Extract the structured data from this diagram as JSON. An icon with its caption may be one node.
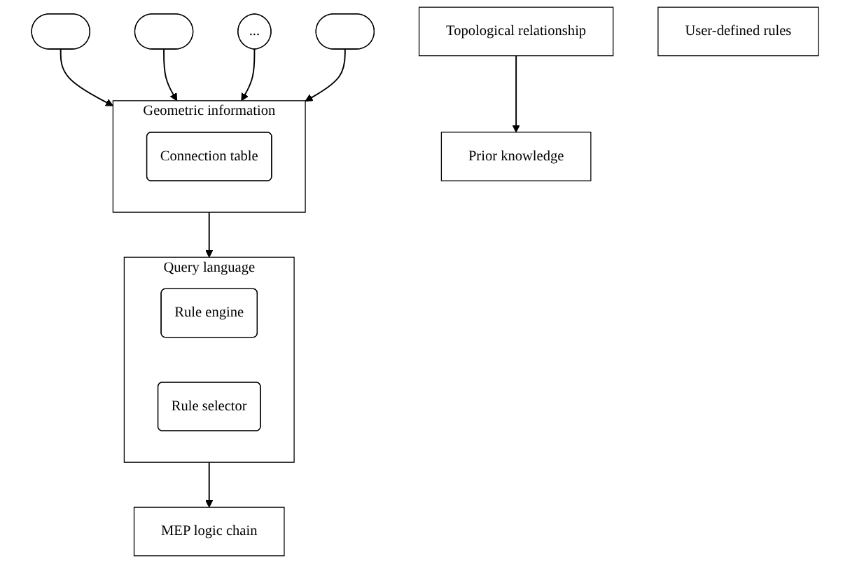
{
  "diagram": {
    "nodes": [
      {
        "text": [],
        "shape": "ellipse"
      },
      {
        "text": [],
        "shape": "ellipse"
      },
      {
        "text": [
          "..."
        ]
      },
      {
        "text": [],
        "shape": "ellipse"
      },
      {
        "text": [
          "Geometric information"
        ]
      },
      {
        "text": [
          "Connection table"
        ],
        "in": 4
      },
      {
        "text": [
          "Topological relationship"
        ]
      },
      {
        "text": [
          "Query language"
        ]
      },
      {
        "text": [
          "Rule engine"
        ],
        "in": 7
      },
      {
        "text": [
          "Rule selector"
        ],
        "in": 7
      },
      {
        "text": [
          "Prior knowledge"
        ]
      },
      {
        "text": [
          "User-defined rules"
        ]
      },
      {
        "text": [
          "MEP logic chain"
        ]
      }
    ],
    "edges": [
      {
        "from": 0,
        "to": 4,
        "arrow": "to"
      },
      {
        "from": 1,
        "to": 4,
        "arrow": "to"
      },
      {
        "from": 2,
        "to": 4,
        "arrow": "to"
      },
      {
        "from": 3,
        "to": 4,
        "arrow": "to"
      },
      {
        "from": 4,
        "to": 7,
        "arrow": "to"
      },
      {
        "from": 6,
        "to": 10,
        "arrow": "to"
      },
      {
        "from": 7,
        "to": 12,
        "arrow": "to"
      }
    ]
  }
}
